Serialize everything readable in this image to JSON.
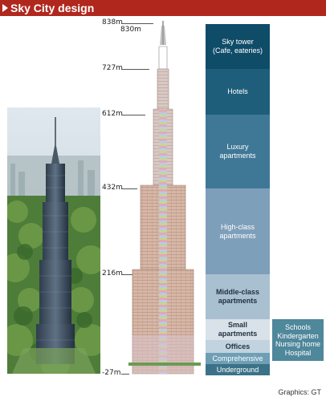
{
  "title": "Sky City design",
  "credit": "Graphics: GT",
  "altitudes": {
    "a838": "838m",
    "a830": "830m",
    "a727": "727m",
    "a612": "612m",
    "a432": "432m",
    "a216": "216m",
    "am27": "-27m"
  },
  "bands": {
    "sky_tower": "Sky tower",
    "sky_tower_sub": "(Cafe, eateries)",
    "hotels": "Hotels",
    "luxury": "Luxury apartments",
    "high_class": "High-class apartments",
    "middle_class": "Middle-class apartments",
    "small": "Small apartments",
    "offices": "Offices",
    "comprehensive": "Comprehensive",
    "underground": "Underground"
  },
  "side_box": "Schools\nKindergarten\nNursing home\nHospital",
  "colors": {
    "title_bg": "#b0271d",
    "sky_tower": "#0f4c68",
    "hotels": "#1f5e7a",
    "luxury": "#3f7896",
    "high_class": "#7e9fba",
    "middle_class": "#a9c0d1",
    "small": "#d9e2e9",
    "offices": "#c1d3df",
    "comprehensive": "#6f9fb5",
    "underground": "#3b7288"
  }
}
